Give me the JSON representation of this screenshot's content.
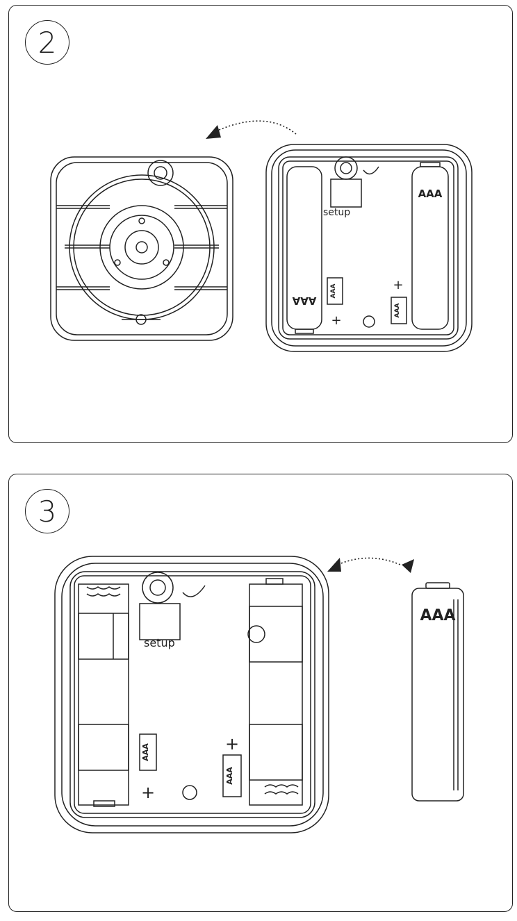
{
  "steps": {
    "step2": {
      "number": "2"
    },
    "step3": {
      "number": "3"
    }
  },
  "labels": {
    "battery": "AAA",
    "setup": "setup",
    "plus": "+"
  }
}
